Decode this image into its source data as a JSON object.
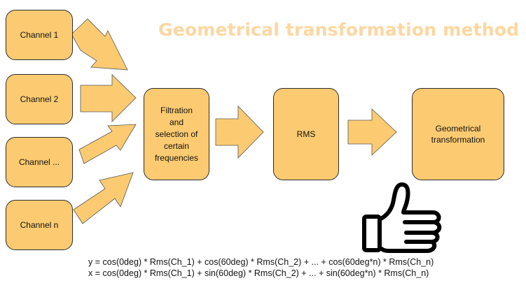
{
  "title": "Geometrical transformation method",
  "channels": [
    "Channel 1",
    "Channel 2",
    "Channel ...",
    "Channel n"
  ],
  "stages": {
    "filtration": [
      "Filtration",
      "and",
      "selection of",
      "certain",
      "frequencies"
    ],
    "rms": "RMS",
    "geometrical": [
      "Geometrical",
      "transformation"
    ]
  },
  "formulas": {
    "y": "y = cos(0deg) * Rms(Ch_1) + cos(60deg) * Rms(Ch_2) + ... + cos(60deg*n) * Rms(Ch_n)",
    "x": "x = cos(0deg) * Rms(Ch_1) + sin(60deg) * Rms(Ch_2) + ... + sin(60deg*n) * Rms(Ch_n)"
  },
  "icons": {
    "thumbs_up": "thumbs-up-icon",
    "arrow": "block-arrow"
  },
  "colors": {
    "box_fill": "#fccb71",
    "box_border": "#2b2b2b",
    "title": "#fdd7a1",
    "text": "#111111"
  }
}
